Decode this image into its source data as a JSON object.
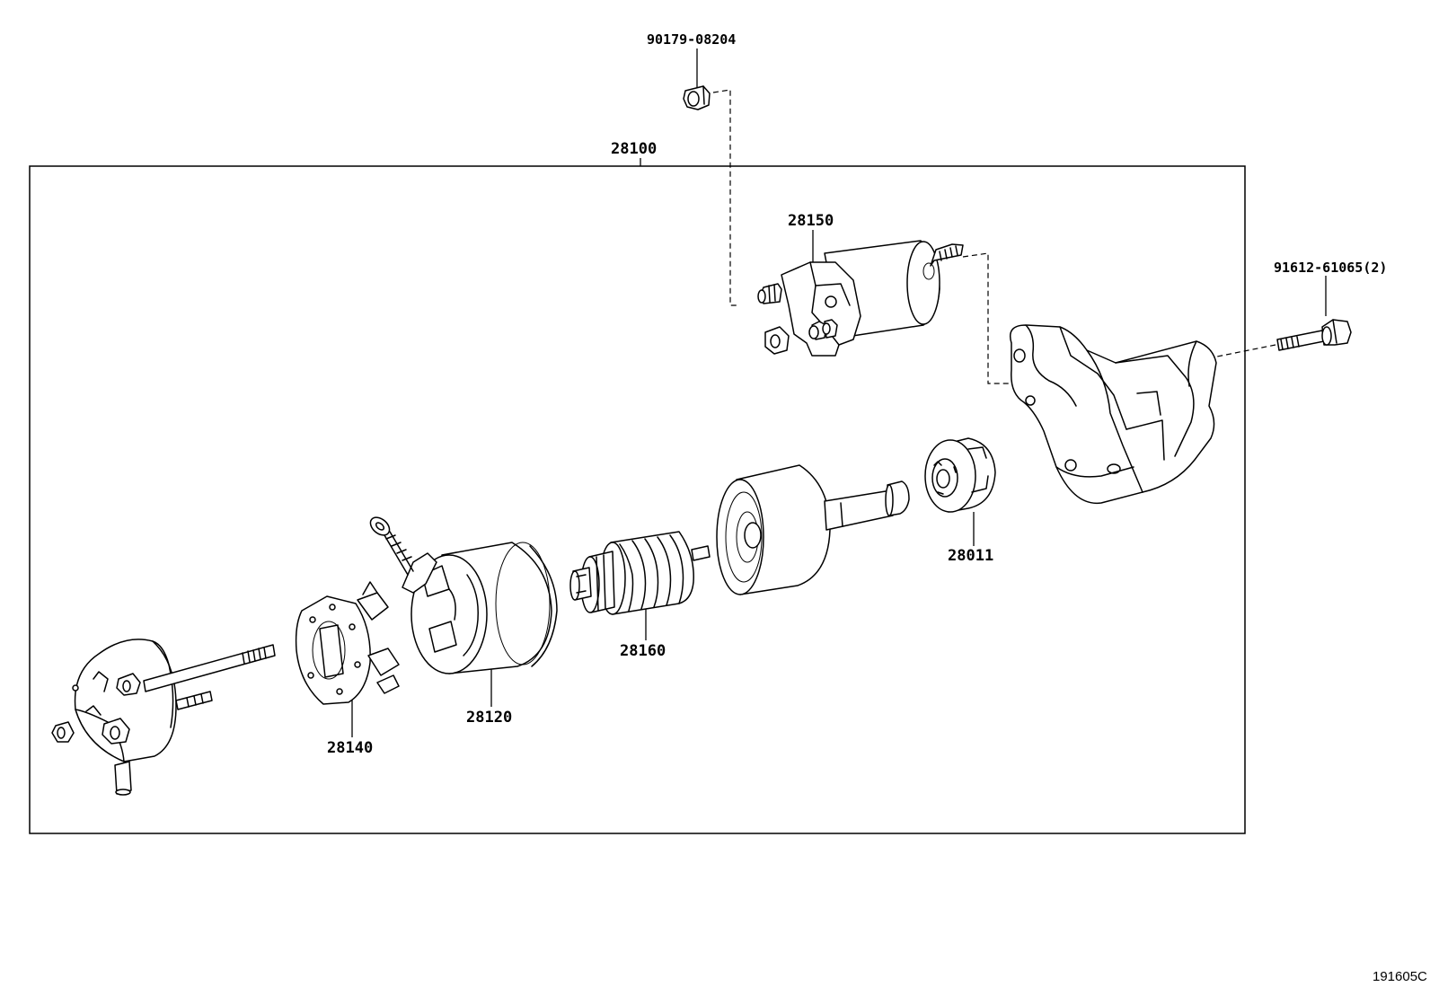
{
  "diagram": {
    "assembly_label": "28100",
    "figure_code": "191605C",
    "parts": [
      {
        "id": "nut_top",
        "label": "90179-08204"
      },
      {
        "id": "solenoid",
        "label": "28150"
      },
      {
        "id": "bolt",
        "label": "91612-61065(2)"
      },
      {
        "id": "clutch",
        "label": "28011"
      },
      {
        "id": "armature",
        "label": "28160"
      },
      {
        "id": "yoke",
        "label": "28120"
      },
      {
        "id": "brush_holder",
        "label": "28140"
      }
    ]
  }
}
